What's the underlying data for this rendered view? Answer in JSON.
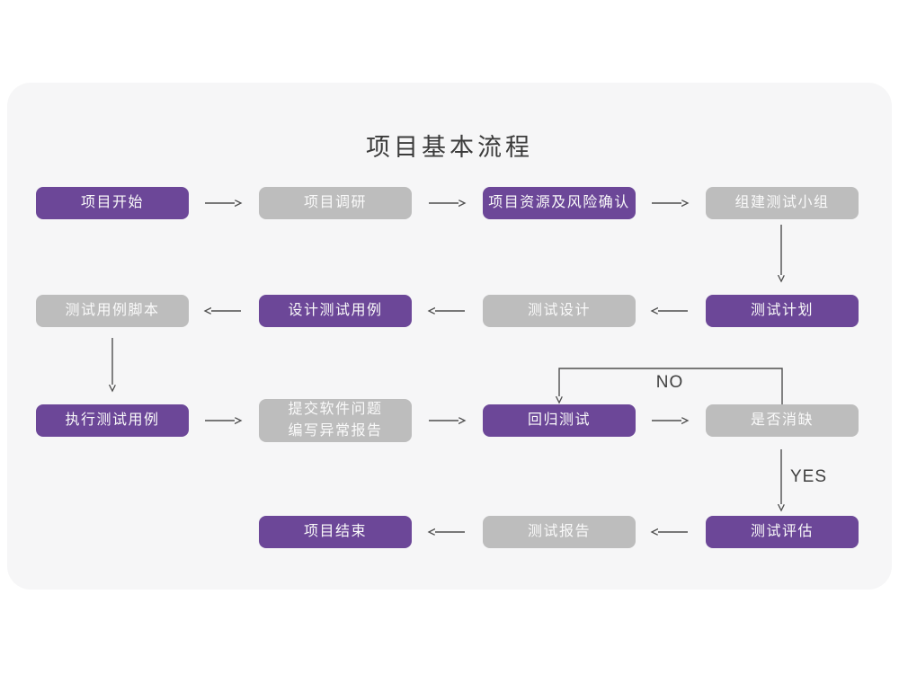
{
  "title": "项目基本流程",
  "labels": {
    "no": "NO",
    "yes": "YES"
  },
  "nodes": {
    "project_start": {
      "label": "项目开始",
      "variant": "purple"
    },
    "project_research": {
      "label": "项目调研",
      "variant": "gray"
    },
    "resource_risk": {
      "label": "项目资源及风险确认",
      "variant": "purple"
    },
    "build_team": {
      "label": "组建测试小组",
      "variant": "gray"
    },
    "test_plan": {
      "label": "测试计划",
      "variant": "purple"
    },
    "test_design": {
      "label": "测试设计",
      "variant": "gray"
    },
    "design_cases": {
      "label": "设计测试用例",
      "variant": "purple"
    },
    "case_script": {
      "label": "测试用例脚本",
      "variant": "gray"
    },
    "run_cases": {
      "label": "执行测试用例",
      "variant": "purple"
    },
    "submit_issues": {
      "label": "提交软件问题\n编写异常报告",
      "variant": "gray"
    },
    "regression_test": {
      "label": "回归测试",
      "variant": "purple"
    },
    "defect_cleared": {
      "label": "是否消缺",
      "variant": "gray"
    },
    "test_evaluate": {
      "label": "测试评估",
      "variant": "purple"
    },
    "test_report": {
      "label": "测试报告",
      "variant": "gray"
    },
    "project_end": {
      "label": "项目结束",
      "variant": "purple"
    }
  },
  "colors": {
    "purple": "#6c4798",
    "gray": "#bdbdbd",
    "card_background": "#f6f6f7",
    "arrow": "#4f4f4f",
    "title_text": "#3b3b3b"
  }
}
